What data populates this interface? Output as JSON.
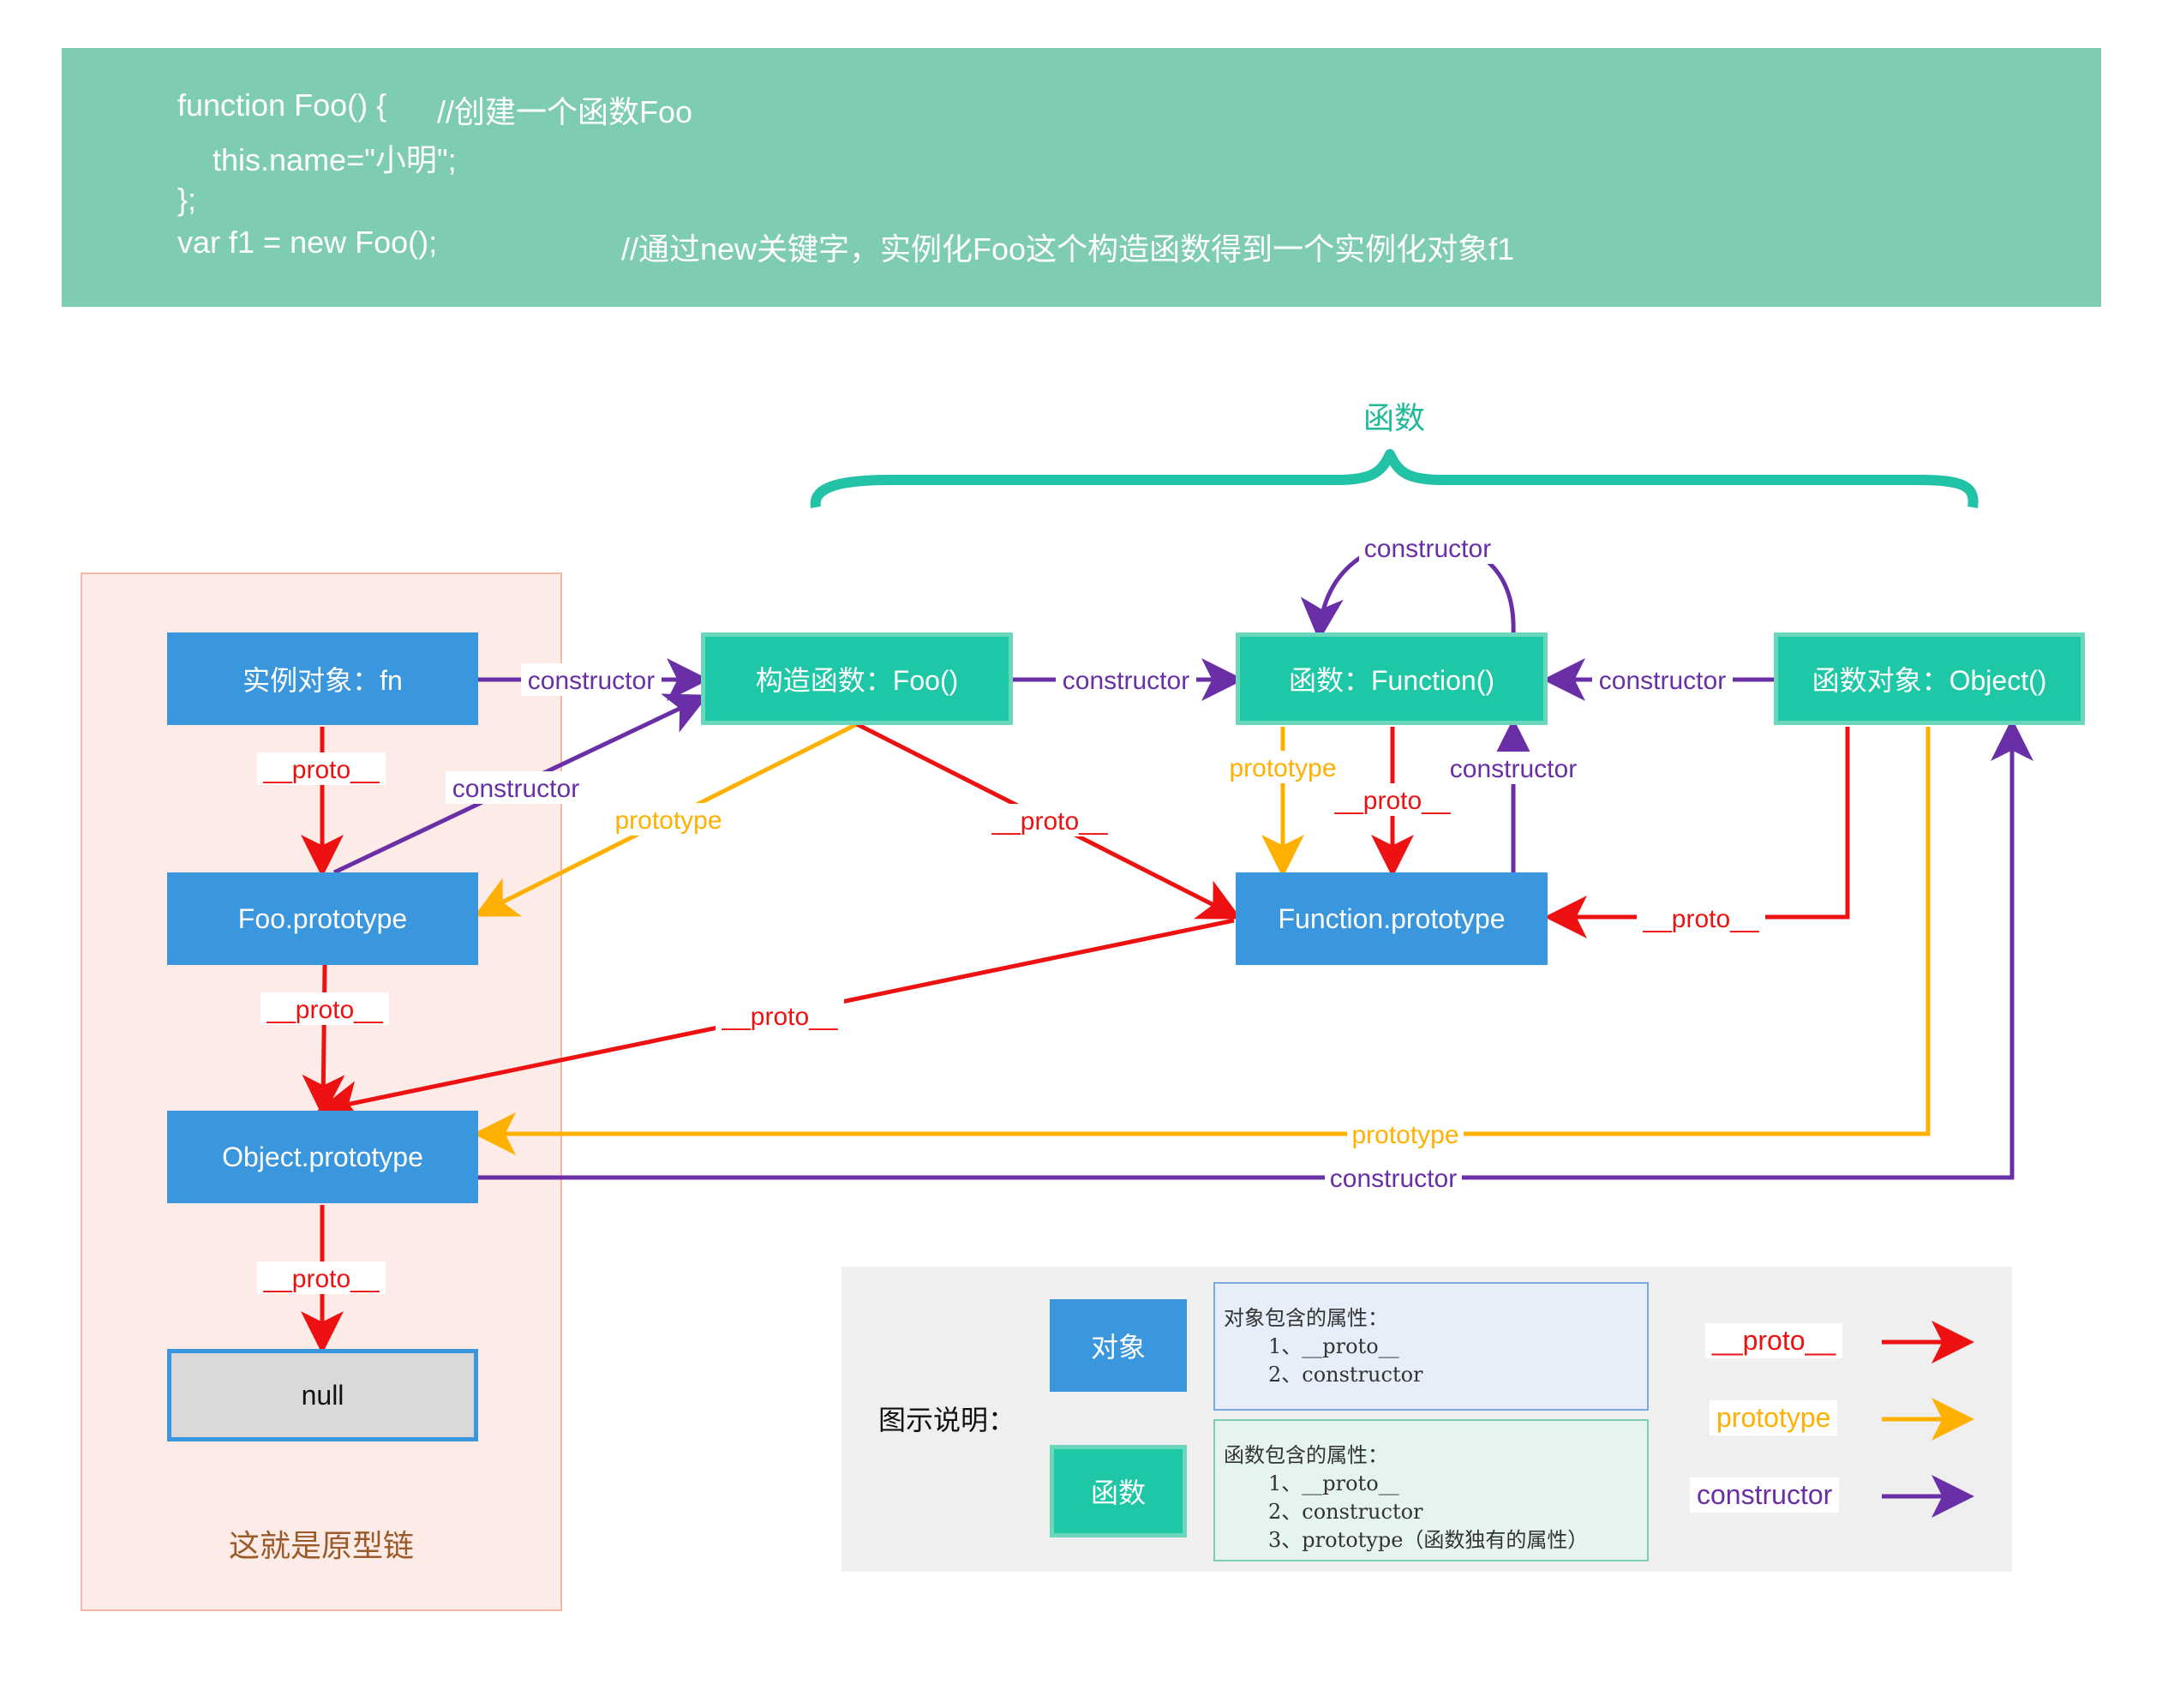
{
  "code": {
    "line1_code": "function Foo() {",
    "line1_comment": "//创建一个函数Foo",
    "line2": "this.name=\"小明\";",
    "line3": "};",
    "line4_code": "var f1 = new Foo();",
    "line4_comment": "//通过new关键字，实例化Foo这个构造函数得到一个实例化对象f1"
  },
  "brace_label": "函数",
  "chain_caption": "这就是原型链",
  "nodes": {
    "instance": "实例对象：fn",
    "foo_prototype": "Foo.prototype",
    "object_prototype": "Object.prototype",
    "null": "null",
    "foo": "构造函数：Foo()",
    "function": "函数：Function()",
    "object": "函数对象：Object()",
    "function_prototype": "Function.prototype"
  },
  "edge_labels": {
    "proto": "__proto__",
    "prototype": "prototype",
    "constructor": "constructor"
  },
  "legend": {
    "title": "图示说明：",
    "object_label": "对象",
    "function_label": "函数",
    "object_props_title": "对象包含的属性：",
    "object_props": [
      "1、__proto__",
      "2、constructor"
    ],
    "function_props_title": "函数包含的属性：",
    "function_props": [
      "1、__proto__",
      "2、constructor",
      "3、prototype（函数独有的属性）"
    ],
    "keys": [
      "__proto__",
      "prototype",
      "constructor"
    ]
  },
  "colors": {
    "proto": "#ee1111",
    "prototype": "#ffb000",
    "constructor": "#6a2fa6",
    "object_node": "#3a96dd",
    "function_node": "#1ec8a6",
    "code_bg": "#7fccb4",
    "brace": "#22c2a6"
  }
}
